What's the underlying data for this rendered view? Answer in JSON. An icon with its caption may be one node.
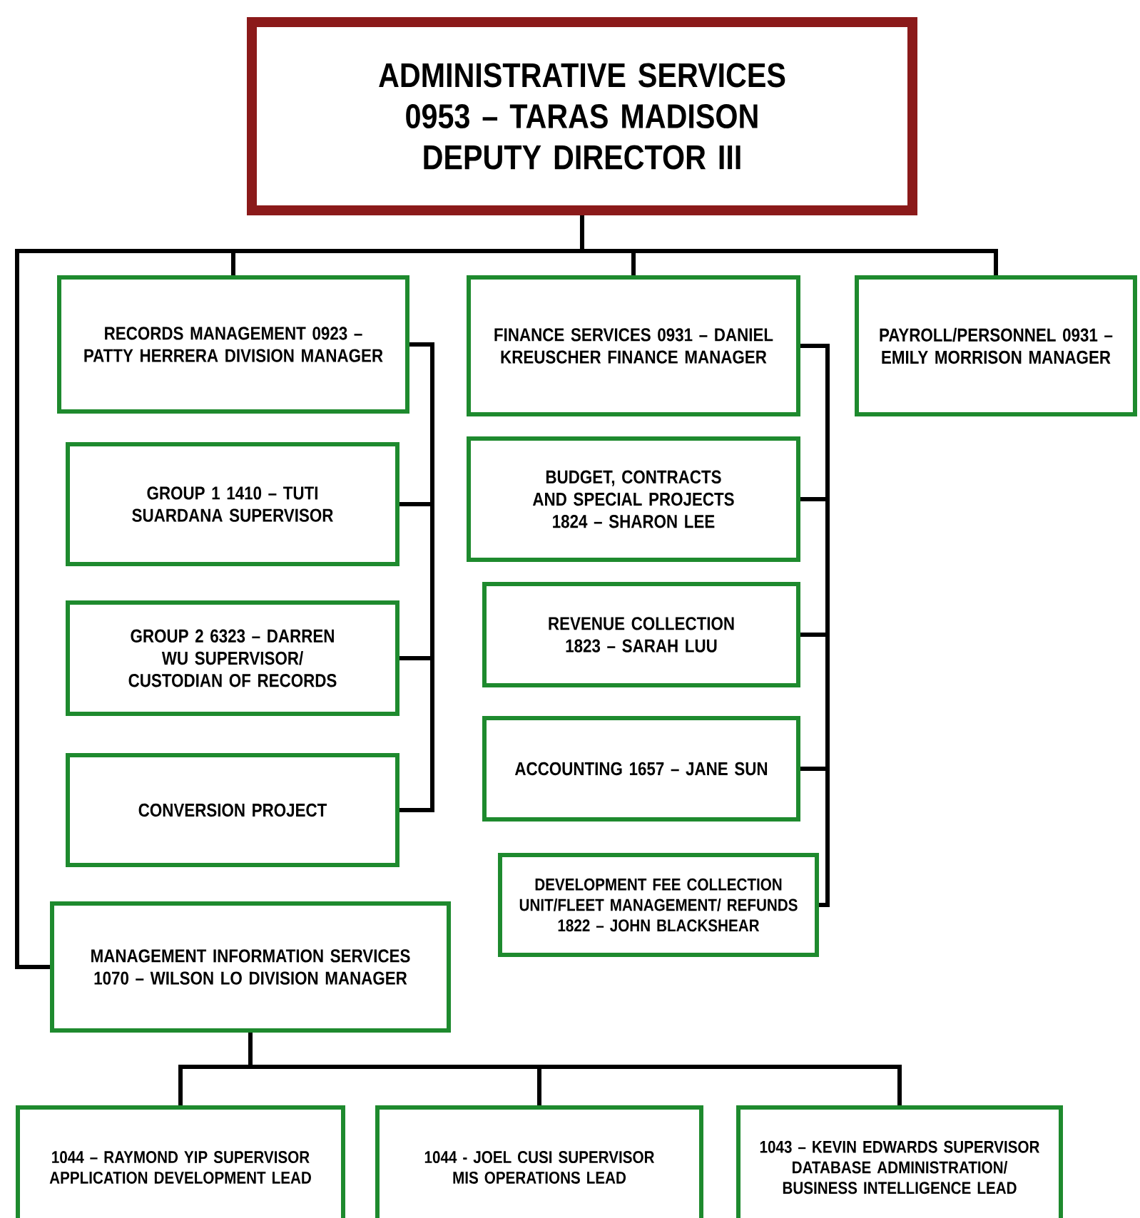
{
  "diagram": {
    "nodes": [
      {
        "text": [
          "ADMINISTRATIVE SERVICES 0953 – TARAS MADISON DEPUTY DIRECTOR III"
        ]
      },
      {
        "text": [
          "RECORDS MANAGEMENT 0923 – PATTY HERRERA DIVISION MANAGER"
        ]
      },
      {
        "text": [
          "FINANCE SERVICES 0931 – DANIEL KREUSCHER FINANCE MANAGER"
        ]
      },
      {
        "text": [
          "PAYROLL/PERSONNEL 0931 – EMILY MORRISON MANAGER"
        ]
      },
      {
        "text": [
          "GROUP 1 1410 – TUTI SUARDANA SUPERVISOR"
        ]
      },
      {
        "text": [
          "GROUP 2 6323 – DARREN WU SUPERVISOR/ CUSTODIAN OF RECORDS"
        ]
      },
      {
        "text": [
          "CONVERSION PROJECT"
        ]
      },
      {
        "text": [
          "BUDGET, CONTRACTS AND SPECIAL PROJECTS 1824 – SHARON LEE"
        ]
      },
      {
        "text": [
          "REVENUE COLLECTION 1823 – SARAH LUU"
        ]
      },
      {
        "text": [
          "ACCOUNTING 1657 – JANE SUN"
        ]
      },
      {
        "text": [
          "DEVELOPMENT FEE COLLECTION UNIT/FLEET MANAGEMENT/ REFUNDS 1822 – JOHN BLACKSHEAR"
        ]
      },
      {
        "text": [
          "MANAGEMENT INFORMATION SERVICES 1070 – WILSON LO DIVISION MANAGER"
        ]
      },
      {
        "text": [
          "1044 – RAYMOND YIP SUPERVISOR APPLICATION DEVELOPMENT LEAD"
        ]
      },
      {
        "text": [
          "1044 - JOEL CUSI SUPERVISOR MIS OPERATIONS LEAD"
        ]
      },
      {
        "text": [
          "1043 – KEVIN EDWARDS SUPERVISOR DATABASE ADMINISTRATION/ BUSINESS INTELLIGENCE LEAD"
        ]
      }
    ],
    "edges": [
      {
        "from": 0,
        "to": 1,
        "arrow": "none"
      },
      {
        "from": 0,
        "to": 2,
        "arrow": "none"
      },
      {
        "from": 0,
        "to": 3,
        "arrow": "none"
      },
      {
        "from": 0,
        "to": 11,
        "arrow": "none"
      },
      {
        "from": 1,
        "to": 4,
        "arrow": "none"
      },
      {
        "from": 1,
        "to": 5,
        "arrow": "none"
      },
      {
        "from": 1,
        "to": 6,
        "arrow": "none"
      },
      {
        "from": 2,
        "to": 7,
        "arrow": "none"
      },
      {
        "from": 2,
        "to": 8,
        "arrow": "none"
      },
      {
        "from": 2,
        "to": 9,
        "arrow": "none"
      },
      {
        "from": 2,
        "to": 10,
        "arrow": "none"
      },
      {
        "from": 11,
        "to": 12,
        "arrow": "none"
      },
      {
        "from": 11,
        "to": 13,
        "arrow": "none"
      },
      {
        "from": 11,
        "to": 14,
        "arrow": "none"
      }
    ]
  }
}
